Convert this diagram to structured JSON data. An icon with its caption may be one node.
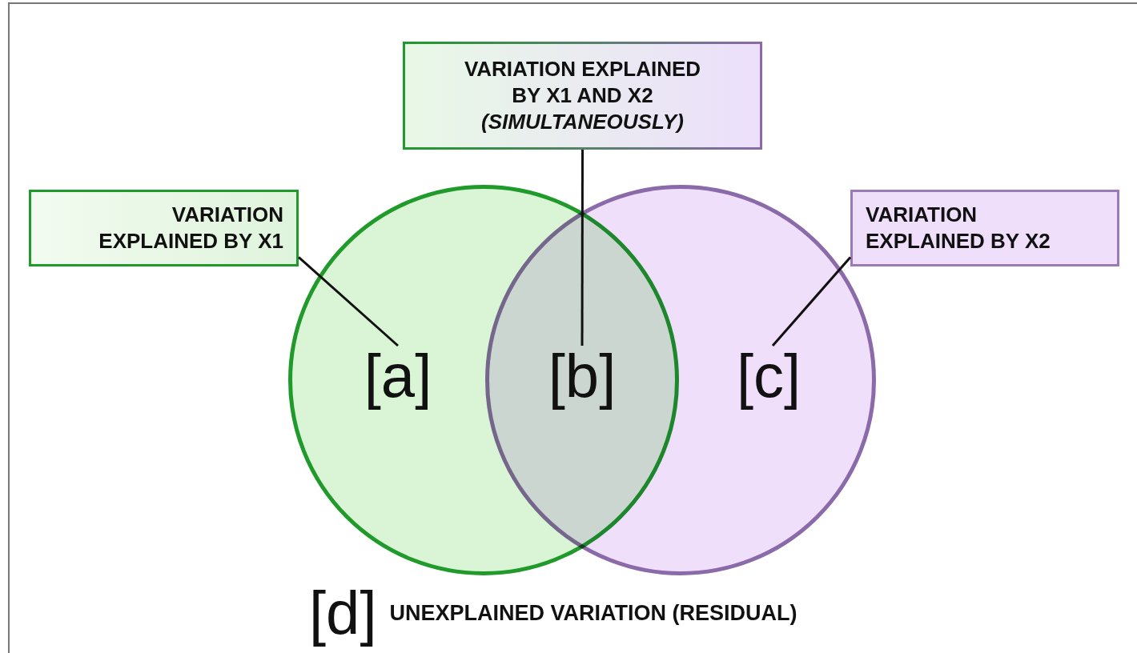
{
  "diagram": {
    "nodes": [
      {
        "text": [
          "VARIATION EXPLAINED BY X1 AND X2",
          "(SIMULTANEOUSLY)"
        ]
      },
      {
        "text": [
          "VARIATION EXPLAINED BY X1"
        ]
      },
      {
        "text": [
          "VARIATION EXPLAINED BY X2"
        ]
      },
      {
        "text": [],
        "shape": "circle"
      },
      {
        "text": [],
        "shape": "circle"
      },
      {
        "text": [
          "[a]"
        ],
        "in": 3
      },
      {
        "text": [
          "[b]"
        ]
      },
      {
        "text": [
          "[c]"
        ],
        "in": 4
      }
    ],
    "edges": [
      {
        "from": 1,
        "to": 5,
        "arrow": "none"
      },
      {
        "from": 0,
        "to": 6,
        "arrow": "none"
      },
      {
        "from": 2,
        "to": 7,
        "arrow": "none"
      }
    ],
    "labels": [
      "[d]",
      "UNEXPLAINED VARIATION (RESIDUAL)"
    ]
  }
}
